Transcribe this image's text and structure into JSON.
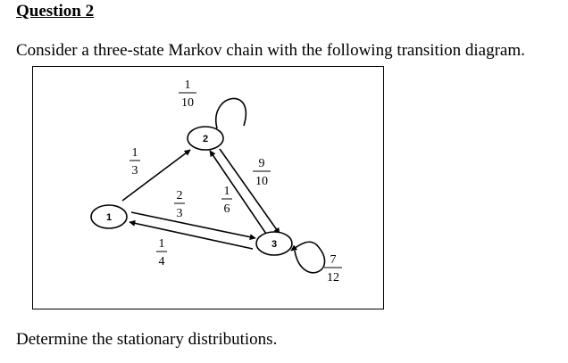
{
  "question": {
    "heading": "Question 2",
    "intro": "Consider a three-state Markov chain with the following transition diagram.",
    "outro": "Determine the stationary distributions."
  },
  "diagram": {
    "states": [
      {
        "id": "1",
        "label": "1"
      },
      {
        "id": "2",
        "label": "2"
      },
      {
        "id": "3",
        "label": "3"
      }
    ],
    "transitions": [
      {
        "from": "1",
        "to": "2",
        "numerator": "1",
        "denominator": "3"
      },
      {
        "from": "1",
        "to": "3",
        "numerator": "2",
        "denominator": "3"
      },
      {
        "from": "3",
        "to": "1",
        "numerator": "1",
        "denominator": "4"
      },
      {
        "from": "2",
        "to": "2",
        "numerator": "1",
        "denominator": "10"
      },
      {
        "from": "2",
        "to": "3",
        "numerator": "9",
        "denominator": "10"
      },
      {
        "from": "3",
        "to": "2",
        "numerator": "1",
        "denominator": "6"
      },
      {
        "from": "3",
        "to": "3",
        "numerator": "7",
        "denominator": "12"
      }
    ],
    "colors": {
      "stroke": "#000000",
      "fill": "#ffffff"
    }
  }
}
